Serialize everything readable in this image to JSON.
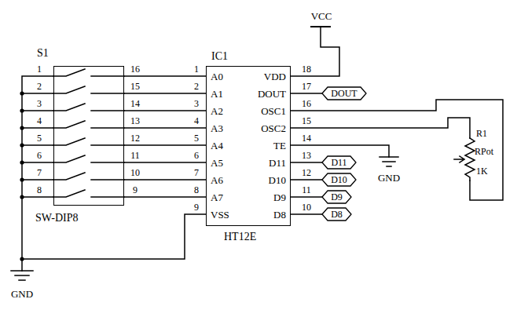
{
  "diagram": {
    "nodes": [
      {
        "text": [
          "S1",
          "SW-DIP8"
        ]
      },
      {
        "text": [
          "IC1",
          "HT12E"
        ]
      },
      {
        "text": [
          "DOUT"
        ]
      },
      {
        "text": [
          "D11"
        ]
      },
      {
        "text": [
          "D10"
        ]
      },
      {
        "text": [
          "D9"
        ]
      },
      {
        "text": [
          "D8"
        ]
      }
    ],
    "edges": [
      {
        "from": 0,
        "to": 1,
        "arrow": "none"
      },
      {
        "from": 0,
        "to": 1,
        "arrow": "none"
      },
      {
        "from": 0,
        "to": 1,
        "arrow": "none"
      },
      {
        "from": 0,
        "to": 1,
        "arrow": "none"
      },
      {
        "from": 0,
        "to": 1,
        "arrow": "none"
      },
      {
        "from": 0,
        "to": 1,
        "arrow": "none"
      },
      {
        "from": 0,
        "to": 1,
        "arrow": "none"
      },
      {
        "from": 0,
        "to": 1,
        "arrow": "none"
      },
      {
        "from": 1,
        "to": 2,
        "arrow": "none"
      },
      {
        "from": 1,
        "to": 3,
        "arrow": "none"
      },
      {
        "from": 1,
        "to": 4,
        "arrow": "none"
      },
      {
        "from": 1,
        "to": 5,
        "arrow": "none"
      },
      {
        "from": 1,
        "to": 6,
        "arrow": "none"
      }
    ],
    "labels": [
      "1",
      "2",
      "3",
      "4",
      "5",
      "6",
      "7",
      "8",
      "16",
      "15",
      "14",
      "13",
      "12",
      "11",
      "10",
      "9",
      "1",
      "2",
      "3",
      "4",
      "5",
      "6",
      "7",
      "8",
      "9",
      "A0",
      "A1",
      "A2",
      "A3",
      "A4",
      "A5",
      "A6",
      "A7",
      "VSS",
      "VDD",
      "DOUT",
      "OSC1",
      "OSC2",
      "TE",
      "D11",
      "D10",
      "D9",
      "D8",
      "18",
      "17",
      "16",
      "15",
      "14",
      "13",
      "12",
      "11",
      "10",
      "VCC",
      "GND",
      "GND",
      "R1",
      "RPot",
      "1K"
    ]
  }
}
